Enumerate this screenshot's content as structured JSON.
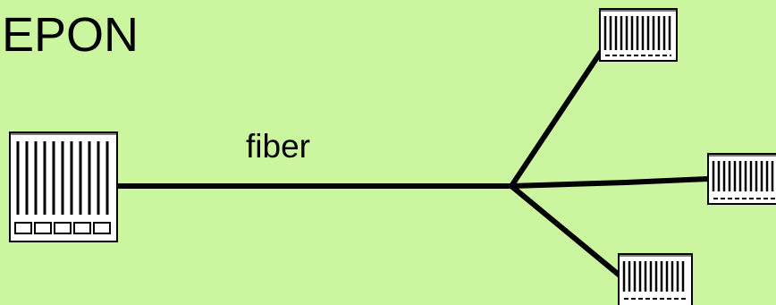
{
  "diagram": {
    "title": "EPON",
    "link_label": "fiber",
    "nodes": [
      {
        "id": "olt",
        "icon": "olt-chassis-icon"
      },
      {
        "id": "onu-top",
        "icon": "onu-device-icon"
      },
      {
        "id": "onu-right",
        "icon": "onu-device-icon"
      },
      {
        "id": "onu-bottom",
        "icon": "onu-device-icon"
      }
    ],
    "edges": [
      {
        "from": "olt",
        "to": "splitter"
      },
      {
        "from": "splitter",
        "to": "onu-top"
      },
      {
        "from": "splitter",
        "to": "onu-right"
      },
      {
        "from": "splitter",
        "to": "onu-bottom"
      }
    ],
    "colors": {
      "background": "#ccf5a0",
      "line": "#000000"
    }
  }
}
